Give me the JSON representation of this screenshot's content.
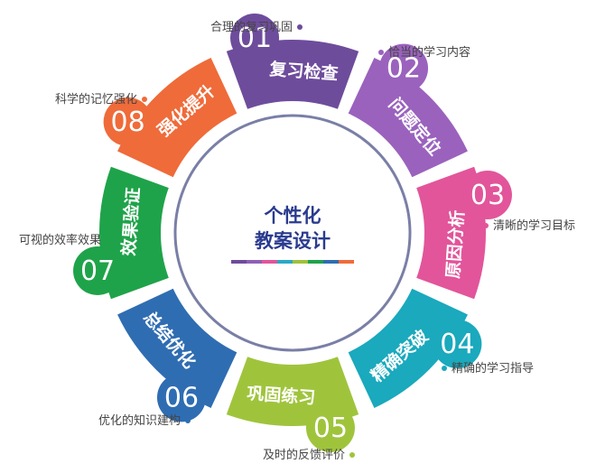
{
  "center": {
    "lines": [
      "个性化",
      "教案设计"
    ]
  },
  "center_bar_colors": [
    "#6e4c9c",
    "#8f60b5",
    "#e2559a",
    "#2aa9c4",
    "#9ec23b",
    "#1fa34a",
    "#2f6db2",
    "#ef6b3a"
  ],
  "segments": [
    {
      "number": "01",
      "label": "复习检查",
      "note": "合理的复习巩固",
      "color": "#6e4c9c"
    },
    {
      "number": "02",
      "label": "问题定位",
      "note": "恰当的学习内容",
      "color": "#9a62bd"
    },
    {
      "number": "03",
      "label": "原因分析",
      "note": "清晰的学习目标",
      "color": "#e2559a"
    },
    {
      "number": "04",
      "label": "精确突破",
      "note": "精确的学习指导",
      "color": "#1aa9bd"
    },
    {
      "number": "05",
      "label": "巩固练习",
      "note": "及时的反馈评价",
      "color": "#9fc43c"
    },
    {
      "number": "06",
      "label": "总结优化",
      "note": "优化的知识建构",
      "color": "#2f6db2"
    },
    {
      "number": "07",
      "label": "效果验证",
      "note": "可视的效率效果",
      "color": "#1fa34a"
    },
    {
      "number": "08",
      "label": "强化提升",
      "note": "科学的记忆强化",
      "color": "#ef6b3a"
    }
  ]
}
